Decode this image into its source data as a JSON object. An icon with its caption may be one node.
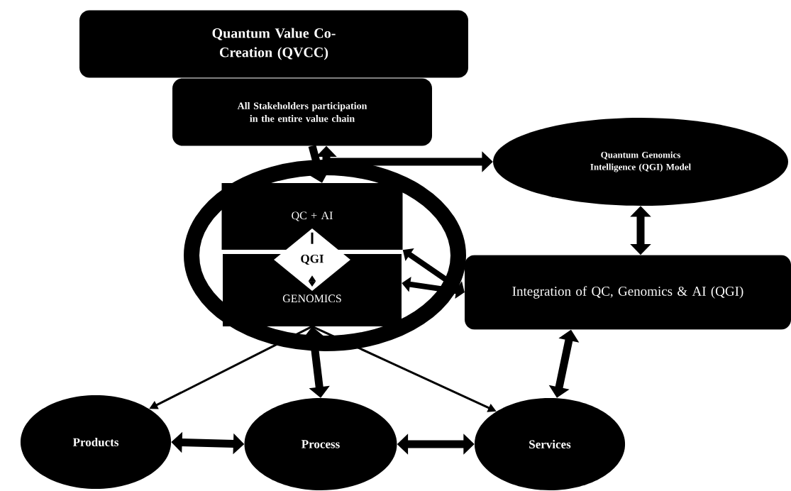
{
  "diagram": {
    "nodes": [
      {
        "text": [
          "Quantum Value Co-Creation (QVCC)"
        ]
      },
      {
        "text": [
          "All Stakeholders participation in the entire value chain"
        ]
      },
      {
        "text": [
          "QC + AI"
        ]
      },
      {
        "text": [
          "GENOMICS"
        ]
      },
      {
        "text": [
          "QGI"
        ]
      },
      {
        "text": [
          "Quantum Genomics Intelligence (QGI) Model"
        ]
      },
      {
        "text": [
          "Integration of QC, Genomics & AI (QGI)"
        ]
      },
      {
        "text": [
          "Products"
        ]
      },
      {
        "text": [
          "Process"
        ]
      },
      {
        "text": [
          "Services"
        ]
      }
    ],
    "edges": [
      {
        "from": 1,
        "to": 2,
        "arrow": "to"
      },
      {
        "from": 1,
        "to": 5,
        "arrow": "both"
      },
      {
        "from": 5,
        "to": 6,
        "arrow": "both"
      },
      {
        "from": 6,
        "to": 2,
        "arrow": "both"
      },
      {
        "from": 6,
        "to": 3,
        "arrow": "both"
      },
      {
        "from": 3,
        "to": 7,
        "arrow": "to"
      },
      {
        "from": 3,
        "to": 8,
        "arrow": "both"
      },
      {
        "from": 3,
        "to": 9,
        "arrow": "to"
      },
      {
        "from": 6,
        "to": 9,
        "arrow": "both"
      },
      {
        "from": 7,
        "to": 8,
        "arrow": "both"
      },
      {
        "from": 8,
        "to": 9,
        "arrow": "both"
      }
    ]
  }
}
